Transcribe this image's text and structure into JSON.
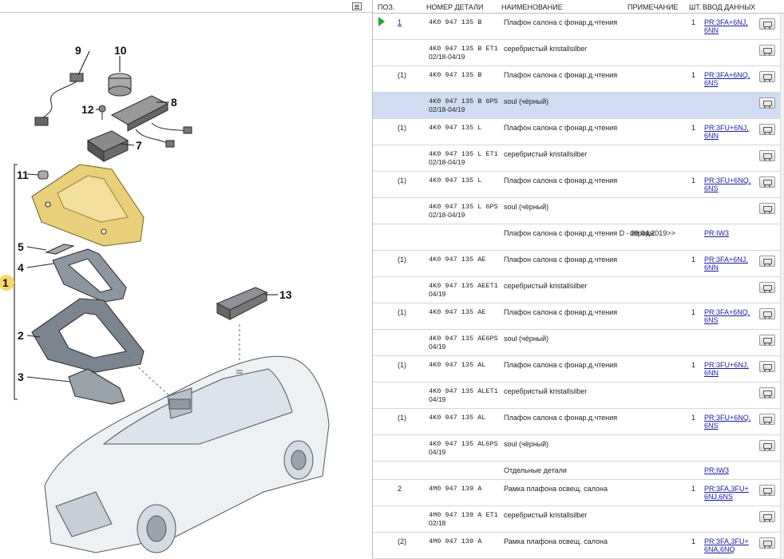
{
  "diagram": {
    "callouts": [
      "9",
      "10",
      "8",
      "12",
      "7",
      "11",
      "1",
      "5",
      "4",
      "2",
      "13",
      "3"
    ]
  },
  "table": {
    "headers": {
      "pos": "ПОЗ.",
      "number": "НОМЕР ДЕТАЛИ",
      "name": "НАИМЕНОВАНИЕ",
      "note": "ПРИМЕЧАНИЕ",
      "qty": "ШТ.",
      "input": "ВВОД ДАННЫХ"
    },
    "rows": [
      {
        "pos": "1",
        "pos_link": true,
        "marker": true,
        "number": "4K0 947 135 B",
        "sub": "",
        "name": "Плафон салона с фонар.д.чтения",
        "note": "",
        "qty": "1",
        "input": "PR:3FA+6NJ, 6NN",
        "cart": true
      },
      {
        "pos": "",
        "number": "4K0 947 135 B ET1",
        "sub": "02/18-04/19",
        "name": "серебристый kristallsilber",
        "note": "",
        "qty": "",
        "input": "",
        "cart": true
      },
      {
        "pos": "(1)",
        "number": "4K0 947 135 B",
        "sub": "",
        "name": "Плафон салона с фонар.д.чтения",
        "note": "",
        "qty": "1",
        "input": "PR:3FA+6NQ, 6NS",
        "cart": true
      },
      {
        "pos": "",
        "selected": true,
        "number": "4K0 947 135 B 6PS",
        "sub": "02/18-04/19",
        "name": "soul (чёрный)",
        "note": "",
        "qty": "",
        "input": "",
        "cart": true
      },
      {
        "pos": "(1)",
        "number": "4K0 947 135 L",
        "sub": "",
        "name": "Плафон салона с фонар.д.чтения",
        "note": "",
        "qty": "1",
        "input": "PR:3FU+6NJ, 6NN",
        "cart": true
      },
      {
        "pos": "",
        "number": "4K0 947 135 L ET1",
        "sub": "02/18-04/19",
        "name": "серебристый kristallsilber",
        "note": "",
        "qty": "",
        "input": "",
        "cart": true
      },
      {
        "pos": "(1)",
        "number": "4K0 947 135 L",
        "sub": "",
        "name": "Плафон салона с фонар.д.чтения",
        "note": "",
        "qty": "1",
        "input": "PR:3FU+6NQ, 6NS",
        "cart": true
      },
      {
        "pos": "",
        "number": "4K0 947 135 L 6PS",
        "sub": "02/18-04/19",
        "name": "soul (чёрный)",
        "note": "",
        "qty": "",
        "input": "",
        "cart": true
      },
      {
        "pos": "",
        "number": "",
        "sub": "",
        "name": "Плафон салона с фонар.д.чтения D - 29.04.2019>>",
        "note": "передн.",
        "qty": "",
        "input": "PR:IW3",
        "cart": false
      },
      {
        "pos": "(1)",
        "number": "4K0 947 135 AE",
        "sub": "",
        "name": "Плафон салона с фонар.д.чтения",
        "note": "",
        "qty": "1",
        "input": "PR:3FA+6NJ, 6NN",
        "cart": true
      },
      {
        "pos": "",
        "number": "4K0 947 135 AEET1",
        "sub": "04/19",
        "name": "серебристый kristallsilber",
        "note": "",
        "qty": "",
        "input": "",
        "cart": true
      },
      {
        "pos": "(1)",
        "number": "4K0 947 135 AE",
        "sub": "",
        "name": "Плафон салона с фонар.д.чтения",
        "note": "",
        "qty": "1",
        "input": "PR:3FA+6NQ, 6NS",
        "cart": true
      },
      {
        "pos": "",
        "number": "4K0 947 135 AE6PS",
        "sub": "04/19",
        "name": "soul (чёрный)",
        "note": "",
        "qty": "",
        "input": "",
        "cart": true
      },
      {
        "pos": "(1)",
        "number": "4K0 947 135 AL",
        "sub": "",
        "name": "Плафон салона с фонар.д.чтения",
        "note": "",
        "qty": "1",
        "input": "PR:3FU+6NJ, 6NN",
        "cart": true
      },
      {
        "pos": "",
        "number": "4K0 947 135 ALET1",
        "sub": "04/19",
        "name": "серебристый kristallsilber",
        "note": "",
        "qty": "",
        "input": "",
        "cart": true
      },
      {
        "pos": "(1)",
        "number": "4K0 947 135 AL",
        "sub": "",
        "name": "Плафон салона с фонар.д.чтения",
        "note": "",
        "qty": "1",
        "input": "PR:3FU+6NQ, 6NS",
        "cart": true
      },
      {
        "pos": "",
        "number": "4K0 947 135 AL6PS",
        "sub": "04/19",
        "name": "soul (чёрный)",
        "note": "",
        "qty": "",
        "input": "",
        "cart": true
      },
      {
        "pos": "",
        "number": "",
        "sub": "",
        "name": "Отдельные детали",
        "note": "",
        "qty": "",
        "input": "PR:IW3",
        "cart": false
      },
      {
        "pos": "2",
        "number": "4M0 947 139 A",
        "sub": "",
        "name": "Рамка плафона освещ. салона",
        "note": "",
        "qty": "1",
        "input": "PR:3FA,3FU+ 6NJ,6NS",
        "cart": true
      },
      {
        "pos": "",
        "number": "4M0 947 139 A ET1",
        "sub": "02/18",
        "name": "серебристый kristallsilber",
        "note": "",
        "qty": "",
        "input": "",
        "cart": true
      },
      {
        "pos": "(2)",
        "number": "4M0 947 139 A",
        "sub": "",
        "name": "Рамка плафона освещ. салона",
        "note": "",
        "qty": "1",
        "input": "PR:3FA,3FU+ 6NA,6NQ",
        "cart": true
      }
    ]
  },
  "colors": {
    "selected_row": "#cfdcf2",
    "link": "#1a1aa0",
    "marker": "#2aa52a",
    "roof_part": "#e8cf7a",
    "callout_highlight": "#f5d76e"
  },
  "icons": {
    "cart": "cart-icon",
    "view_toggle": "list-view-icon",
    "marker": "current-position-arrow-icon"
  }
}
